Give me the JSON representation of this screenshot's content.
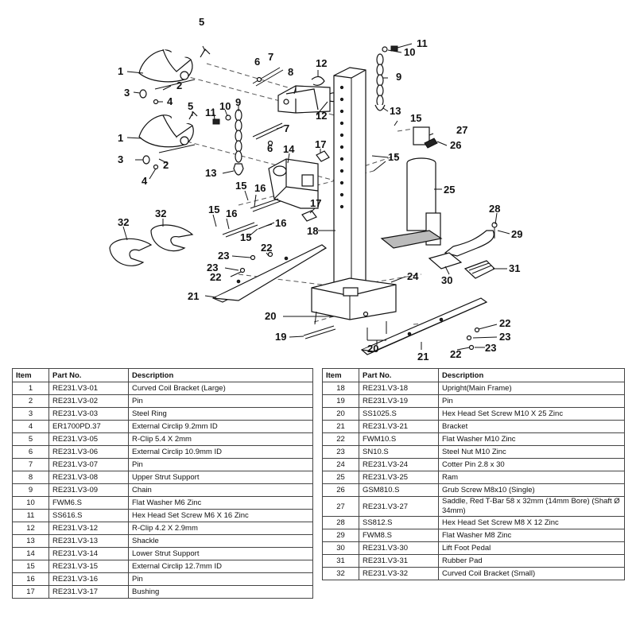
{
  "diagram": {
    "callouts": [
      "1",
      "2",
      "3",
      "4",
      "5",
      "6",
      "7",
      "8",
      "9",
      "10",
      "11",
      "12",
      "13",
      "14",
      "15",
      "16",
      "17",
      "18",
      "19",
      "20",
      "21",
      "22",
      "23",
      "24",
      "25",
      "26",
      "27",
      "28",
      "29",
      "30",
      "31",
      "32"
    ]
  },
  "table_left": {
    "headers": [
      "Item",
      "Part No.",
      "Description"
    ],
    "rows": [
      [
        "1",
        "RE231.V3-01",
        "Curved Coil Bracket (Large)"
      ],
      [
        "2",
        "RE231.V3-02",
        "Pin"
      ],
      [
        "3",
        "RE231.V3-03",
        "Steel Ring"
      ],
      [
        "4",
        "ER1700PD.37",
        "External Circlip 9.2mm ID"
      ],
      [
        "5",
        "RE231.V3-05",
        "R-Clip 5.4 X 2mm"
      ],
      [
        "6",
        "RE231.V3-06",
        "External Circlip 10.9mm ID"
      ],
      [
        "7",
        "RE231.V3-07",
        "Pin"
      ],
      [
        "8",
        "RE231.V3-08",
        "Upper Strut Support"
      ],
      [
        "9",
        "RE231.V3-09",
        "Chain"
      ],
      [
        "10",
        "FWM6.S",
        "Flat Washer M6 Zinc"
      ],
      [
        "11",
        "SS616.S",
        "Hex Head Set Screw M6 X 16 Zinc"
      ],
      [
        "12",
        "RE231.V3-12",
        "R-Clip 4.2 X  2.9mm"
      ],
      [
        "13",
        "RE231.V3-13",
        "Shackle"
      ],
      [
        "14",
        "RE231.V3-14",
        "Lower Strut Support"
      ],
      [
        "15",
        "RE231.V3-15",
        "External Circlip 12.7mm ID"
      ],
      [
        "16",
        "RE231.V3-16",
        "Pin"
      ],
      [
        "17",
        "RE231.V3-17",
        "Bushing"
      ]
    ]
  },
  "table_right": {
    "headers": [
      "Item",
      "Part No.",
      "Description"
    ],
    "rows": [
      [
        "18",
        "RE231.V3-18",
        "Upright(Main Frame)"
      ],
      [
        "19",
        "RE231.V3-19",
        "Pin"
      ],
      [
        "20",
        "SS1025.S",
        "Hex Head Set Screw M10 X 25 Zinc"
      ],
      [
        "21",
        "RE231.V3-21",
        "Bracket"
      ],
      [
        "22",
        "FWM10.S",
        "Flat Washer M10 Zinc"
      ],
      [
        "23",
        "SN10.S",
        "Steel Nut M10 Zinc"
      ],
      [
        "24",
        "RE231.V3-24",
        "Cotter Pin 2.8 x 30"
      ],
      [
        "25",
        "RE231.V3-25",
        "Ram"
      ],
      [
        "26",
        "GSM810.S",
        "Grub Screw M8x10 (Single)"
      ],
      [
        "27",
        "RE231.V3-27",
        "Saddle, Red T-Bar 58 x 32mm (14mm Bore) (Shaft Ø 34mm)"
      ],
      [
        "28",
        "SS812.S",
        "Hex Head Set Screw M8 X 12 Zinc"
      ],
      [
        "29",
        "FWM8.S",
        "Flat Washer M8 Zinc"
      ],
      [
        "30",
        "RE231.V3-30",
        "Lift Foot Pedal"
      ],
      [
        "31",
        "RE231.V3-31",
        "Rubber Pad"
      ],
      [
        "32",
        "RE231.V3-32",
        "Curved Coil Bracket (Small)"
      ]
    ]
  }
}
